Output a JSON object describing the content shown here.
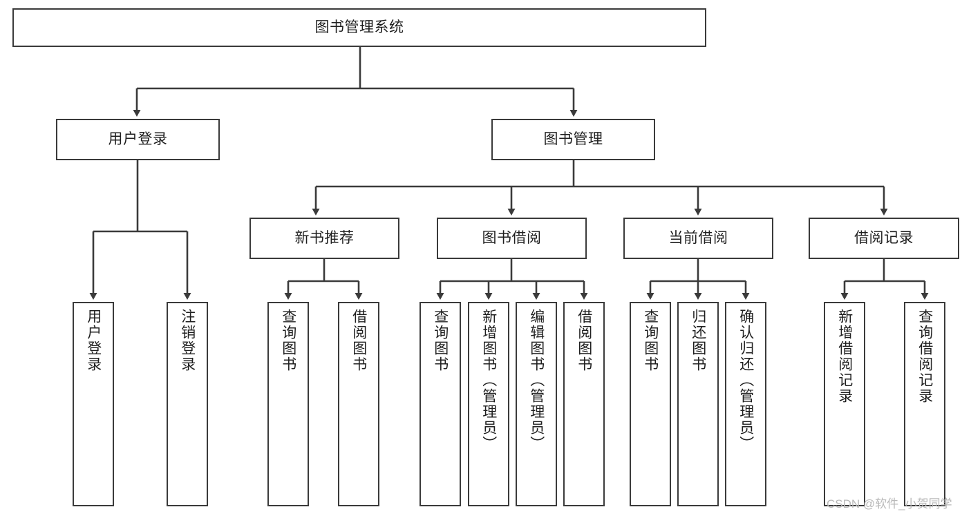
{
  "diagram": {
    "title": "图书管理系统",
    "type": "tree-hierarchy-diagram",
    "colors": {
      "box_border": "#3a3a3a",
      "box_fill": "#ffffff",
      "line": "#3a3a3a",
      "text": "#1f1f1f",
      "watermark": "#b9b9b9",
      "background": "#ffffff"
    },
    "root": {
      "label": "图书管理系统"
    },
    "level2": [
      {
        "id": "user-login",
        "label": "用户登录"
      },
      {
        "id": "book-management",
        "label": "图书管理"
      }
    ],
    "level3": [
      {
        "id": "new-book-recommend",
        "label": "新书推荐"
      },
      {
        "id": "book-borrow",
        "label": "图书借阅"
      },
      {
        "id": "current-borrow",
        "label": "当前借阅"
      },
      {
        "id": "borrow-record",
        "label": "借阅记录"
      }
    ],
    "leaves": {
      "user_login": [
        {
          "id": "leaf-user-login",
          "label": "用户登录"
        },
        {
          "id": "leaf-logout-login",
          "label": "注销登录"
        }
      ],
      "new_book_recommend": [
        {
          "id": "leaf-query-book-1",
          "label": "查询图书"
        },
        {
          "id": "leaf-borrow-book-1",
          "label": "借阅图书"
        }
      ],
      "book_borrow": [
        {
          "id": "leaf-query-book-2",
          "label": "查询图书"
        },
        {
          "id": "leaf-add-book",
          "label": "新增图书（管理员）"
        },
        {
          "id": "leaf-edit-book",
          "label": "编辑图书（管理员）"
        },
        {
          "id": "leaf-borrow-book-2",
          "label": "借阅图书"
        }
      ],
      "current_borrow": [
        {
          "id": "leaf-query-book-3",
          "label": "查询图书"
        },
        {
          "id": "leaf-return-book",
          "label": "归还图书"
        },
        {
          "id": "leaf-confirm-return",
          "label": "确认归还（管理员）"
        }
      ],
      "borrow_record": [
        {
          "id": "leaf-add-record",
          "label": "新增借阅记录"
        },
        {
          "id": "leaf-query-record",
          "label": "查询借阅记录"
        }
      ]
    }
  },
  "watermark": {
    "text": "CSDN @软件_小贺同学"
  }
}
